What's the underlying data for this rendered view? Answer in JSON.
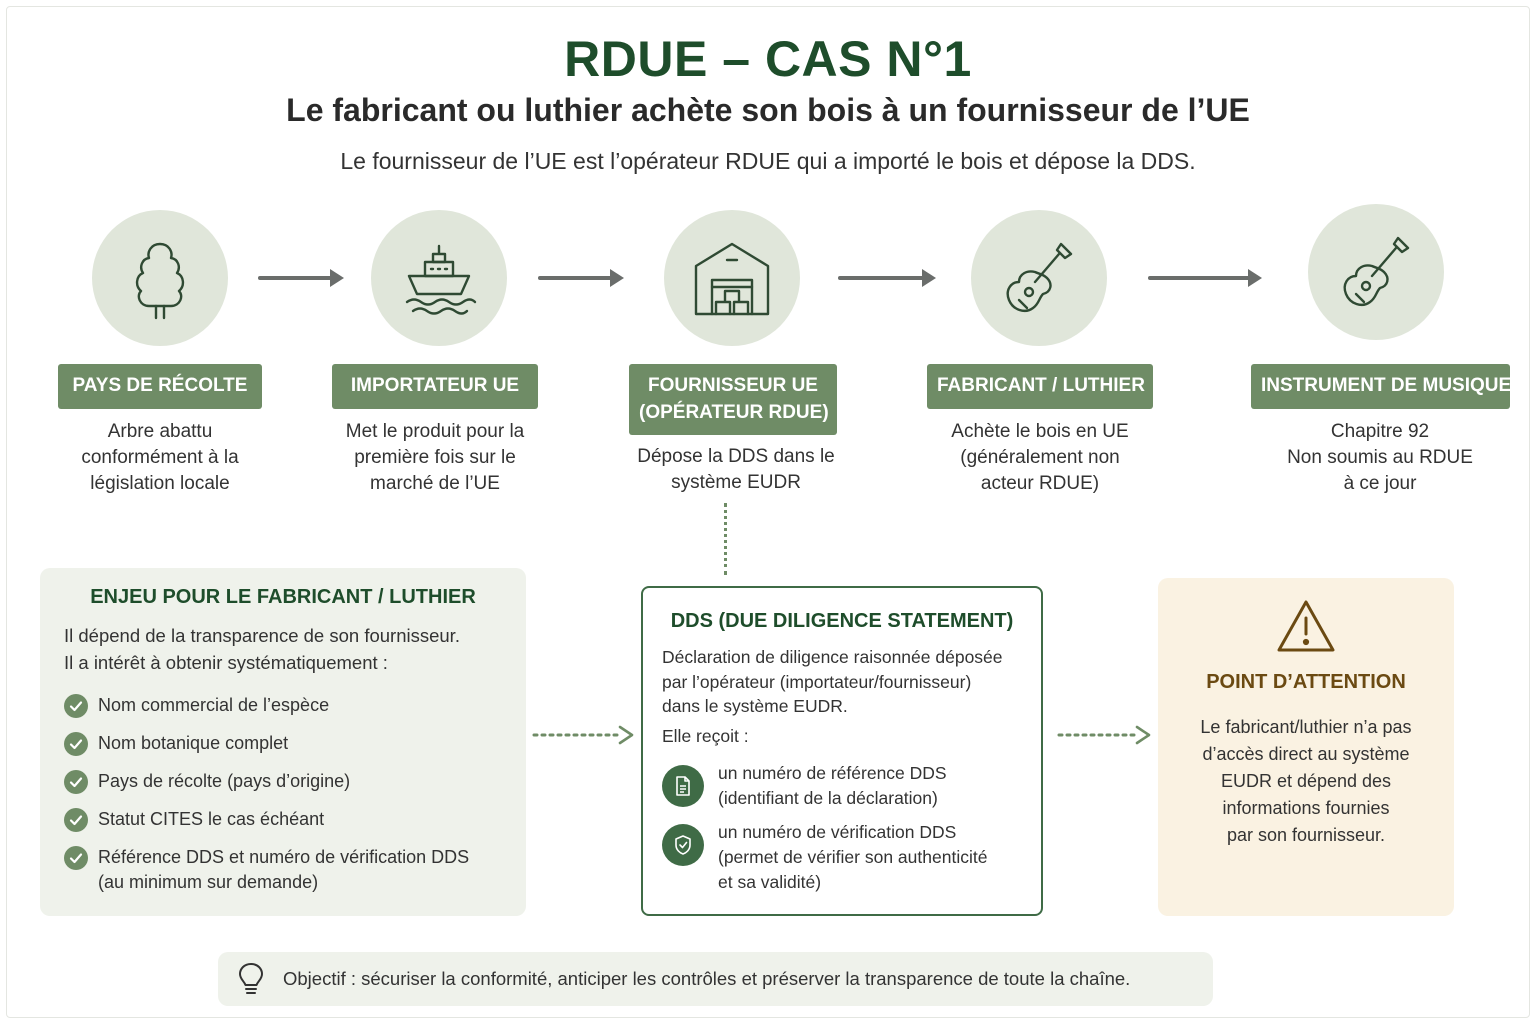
{
  "header": {
    "title": "RDUE – CAS N°1",
    "subtitle": "Le fabricant ou luthier achète son bois à un fournisseur de l’UE",
    "intro": "Le fournisseur de l’UE est l’opérateur RDUE qui a importé le bois et dépose la DDS."
  },
  "steps": [
    {
      "icon": "tree-icon",
      "label": [
        "PAYS DE RÉCOLTE"
      ],
      "desc": [
        "Arbre abattu",
        "conformément à la",
        "législation locale"
      ]
    },
    {
      "icon": "ship-icon",
      "label": [
        "IMPORTATEUR UE"
      ],
      "desc": [
        "Met le produit pour la",
        "première fois sur le",
        "marché de l’UE"
      ]
    },
    {
      "icon": "warehouse-icon",
      "label": [
        "FOURNISSEUR UE",
        "(OPÉRATEUR RDUE)"
      ],
      "desc": [
        "Dépose la DDS dans le",
        "système EUDR"
      ]
    },
    {
      "icon": "guitar-icon",
      "label": [
        "FABRICANT / LUTHIER"
      ],
      "desc": [
        "Achète le bois en UE",
        "(généralement non",
        "acteur RDUE)"
      ]
    },
    {
      "icon": "guitar-icon",
      "label": [
        "INSTRUMENT DE MUSIQUE"
      ],
      "desc": [
        "Chapitre 92",
        "Non soumis au RDUE",
        "à ce jour"
      ]
    }
  ],
  "enjeu": {
    "title": "ENJEU POUR LE FABRICANT / LUTHIER",
    "lead": [
      "Il dépend de la transparence de son fournisseur.",
      "Il a intérêt à obtenir systématiquement :"
    ],
    "items": [
      [
        "Nom commercial de l’espèce"
      ],
      [
        "Nom botanique complet"
      ],
      [
        "Pays de récolte (pays d’origine)"
      ],
      [
        "Statut CITES le cas échéant"
      ],
      [
        "Référence DDS et numéro de vérification DDS",
        "(au minimum sur demande)"
      ]
    ]
  },
  "dds": {
    "title": "DDS (DUE DILIGENCE STATEMENT)",
    "lead": [
      "Déclaration de diligence raisonnée déposée",
      "par l’opérateur (importateur/fournisseur)",
      "dans le système EUDR."
    ],
    "recoit": "Elle reçoit :",
    "items": [
      {
        "icon": "document-icon",
        "lines": [
          "un numéro de référence DDS",
          "(identifiant de la déclaration)"
        ]
      },
      {
        "icon": "shield-check-icon",
        "lines": [
          "un numéro de vérification DDS",
          "(permet de vérifier son authenticité",
          "et sa validité)"
        ]
      }
    ]
  },
  "attention": {
    "title": "POINT D’ATTENTION",
    "text": [
      "Le fabricant/luthier n’a pas",
      "d’accès direct au système",
      "EUDR et dépend des",
      "informations fournies",
      "par son fournisseur."
    ]
  },
  "objectif": {
    "text": "Objectif : sécuriser la conformité, anticiper les contrôles et préserver la transparence de toute la chaîne."
  },
  "colors": {
    "brand_green": "#1e4d2b",
    "label_green": "#6f8c66",
    "circle_bg": "#e0e6da",
    "attention_bg": "#faf2e2"
  }
}
